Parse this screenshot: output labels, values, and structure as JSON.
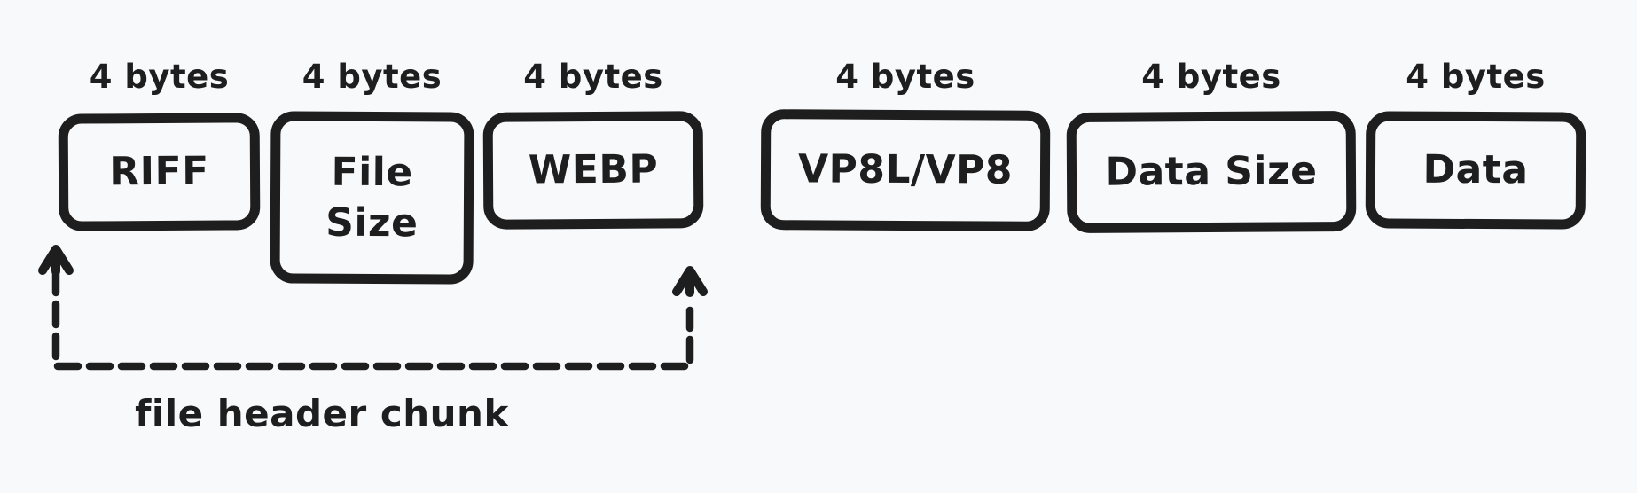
{
  "diagram": {
    "description": "WebP file format structure diagram",
    "colors": {
      "background": "#f8f9fb",
      "stroke": "#1e1e1e"
    },
    "boxes": [
      {
        "label": "RIFF",
        "size": "4 bytes"
      },
      {
        "label": "File Size",
        "size": "4 bytes"
      },
      {
        "label": "WEBP",
        "size": "4 bytes"
      },
      {
        "label": "VP8L/VP8",
        "size": "4 bytes"
      },
      {
        "label": "Data Size",
        "size": "4 bytes"
      },
      {
        "label": "Data",
        "size": "4 bytes"
      }
    ],
    "bracket": {
      "label": "file header chunk"
    }
  }
}
